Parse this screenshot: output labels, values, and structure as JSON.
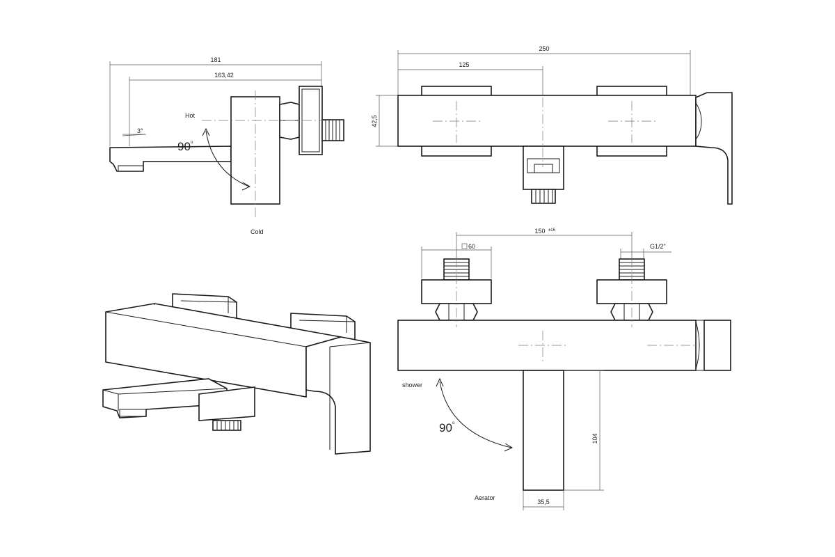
{
  "dimensions": {
    "side_total": "181",
    "side_spout": "163,42",
    "spout_angle": "3°",
    "top_total": "250",
    "top_half": "125",
    "top_height": "42,5",
    "front_centers": "150",
    "front_centers_tol": "±15",
    "front_nut": "60",
    "front_thread": "G1/2\"",
    "front_spout_length": "104",
    "front_spout_width": "35,5"
  },
  "labels": {
    "hot": "Hot",
    "cold": "Cold",
    "shower": "shower",
    "aerator": "Aerator",
    "rotation": "90",
    "degree": "o"
  },
  "colors": {
    "line": "#1a1a1a",
    "dimension": "#555555",
    "background": "#ffffff"
  }
}
